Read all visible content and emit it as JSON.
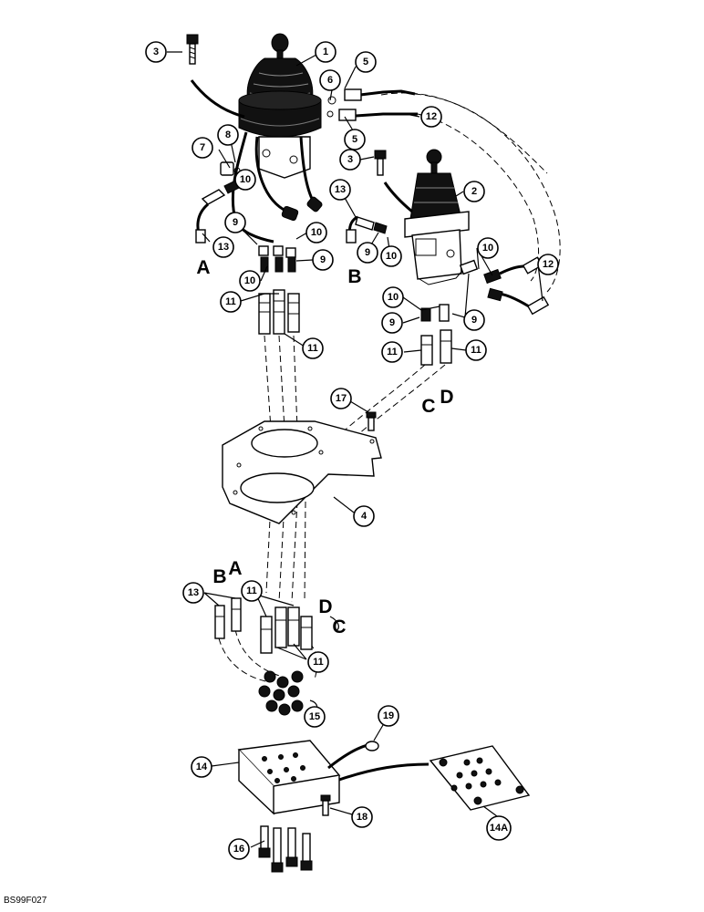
{
  "figure_ref": "BS99F027",
  "callouts": {
    "c1": "1",
    "c2": "2",
    "c3a": "3",
    "c3b": "3",
    "c4": "4",
    "c5a": "5",
    "c5b": "5",
    "c6": "6",
    "c7": "7",
    "c8": "8",
    "c9a": "9",
    "c9b": "9",
    "c9c": "9",
    "c9d": "9",
    "c9e": "9",
    "c10a": "10",
    "c10b": "10",
    "c10c": "10",
    "c10d": "10",
    "c10e": "10",
    "c10f": "10",
    "c11a": "11",
    "c11b": "11",
    "c11c": "11",
    "c11d": "11",
    "c11e": "11",
    "c11f": "11",
    "c12a": "12",
    "c12b": "12",
    "c13a": "13",
    "c13b": "13",
    "c13c": "13",
    "c14": "14",
    "c14a": "14A",
    "c15": "15",
    "c16": "16",
    "c17": "17",
    "c18": "18",
    "c19": "19"
  },
  "ports": {
    "a1": "A",
    "b1": "B",
    "c1": "C",
    "d1": "D",
    "a2": "A",
    "b2": "B",
    "c2": "C",
    "d2": "D"
  }
}
